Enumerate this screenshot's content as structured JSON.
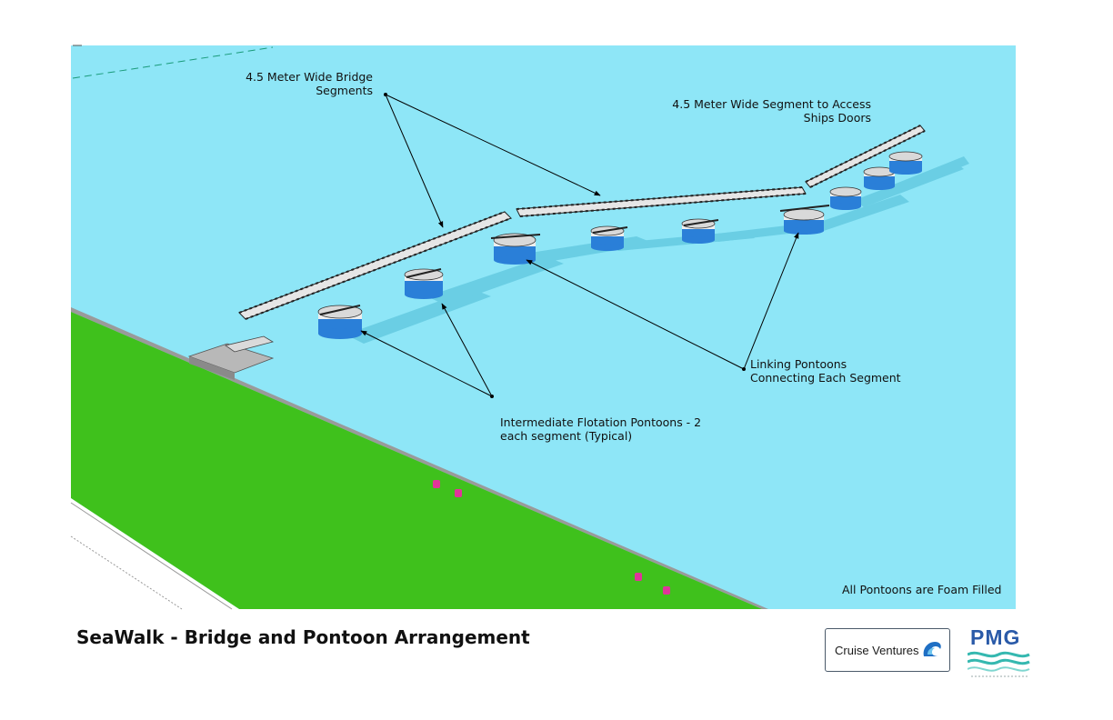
{
  "labels": {
    "bridge_segments": [
      "4.5 Meter Wide Bridge",
      "Segments"
    ],
    "access_segment": [
      "4.5 Meter Wide Segment to Access",
      "Ships Doors"
    ],
    "linking_pontoons": [
      "Linking Pontoons",
      "Connecting Each Segment"
    ],
    "flotation_pontoons": [
      "Intermediate Flotation Pontoons - 2",
      "each segment (Typical)"
    ],
    "foam_note": "All Pontoons are Foam Filled"
  },
  "title": "SeaWalk - Bridge and Pontoon Arrangement",
  "logos": {
    "cruise_ventures": "Cruise Ventures",
    "pmg": "PMG"
  },
  "colors": {
    "water": "#8ee6f7",
    "land": "#3fc11c",
    "pontoon_blue": "#2a7fd8",
    "bollard": "#e0359a",
    "pmg_blue": "#2a5aa8",
    "pmg_teal": "#35b8b0"
  }
}
